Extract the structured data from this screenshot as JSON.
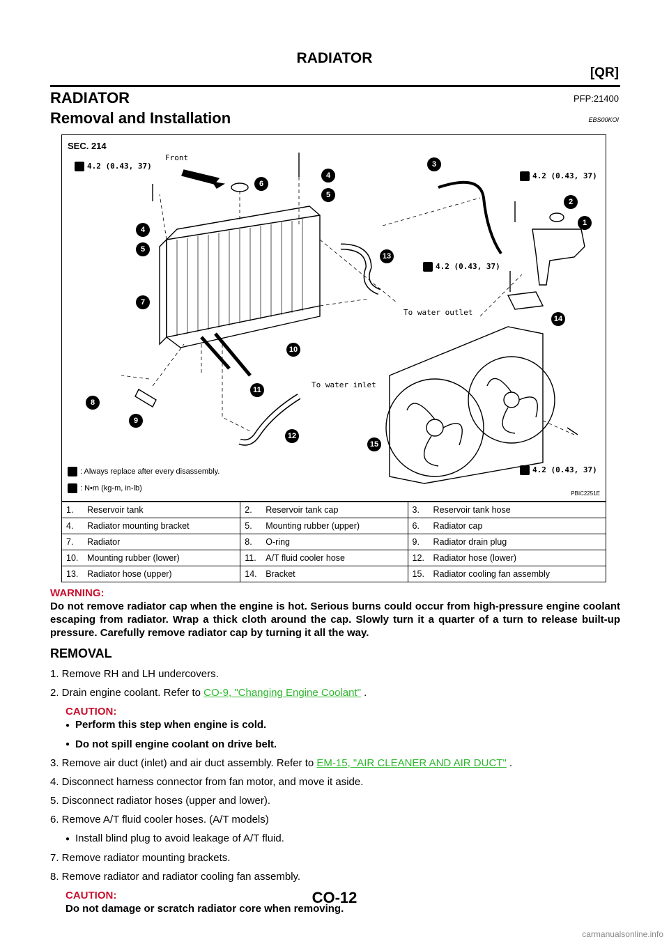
{
  "header": {
    "title": "RADIATOR",
    "section": "[QR]"
  },
  "section": {
    "title": "RADIATOR",
    "pfp": "PFP:21400"
  },
  "subsection": {
    "title": "Removal and Installation",
    "code": "EBS00KOI"
  },
  "figure": {
    "sec": "SEC. 214",
    "torque": "4.2 (0.43, 37)",
    "front_label": "Front",
    "to_water_outlet": "To water outlet",
    "to_water_inlet": "To water inlet",
    "legend_replace": ": Always replace after every disassembly.",
    "legend_units": ": N•m (kg-m, in-lb)",
    "figure_id": "PBIC2251E",
    "callouts": [
      "1",
      "2",
      "3",
      "4",
      "5",
      "6",
      "7",
      "8",
      "9",
      "10",
      "11",
      "12",
      "13",
      "14",
      "15"
    ]
  },
  "parts": [
    [
      {
        "n": "1.",
        "t": "Reservoir tank"
      },
      {
        "n": "2.",
        "t": "Reservoir tank cap"
      },
      {
        "n": "3.",
        "t": "Reservoir tank hose"
      }
    ],
    [
      {
        "n": "4.",
        "t": "Radiator mounting bracket"
      },
      {
        "n": "5.",
        "t": "Mounting rubber (upper)"
      },
      {
        "n": "6.",
        "t": "Radiator cap"
      }
    ],
    [
      {
        "n": "7.",
        "t": "Radiator"
      },
      {
        "n": "8.",
        "t": "O-ring"
      },
      {
        "n": "9.",
        "t": "Radiator drain plug"
      }
    ],
    [
      {
        "n": "10.",
        "t": "Mounting rubber (lower)"
      },
      {
        "n": "11.",
        "t": "A/T fluid cooler hose"
      },
      {
        "n": "12.",
        "t": "Radiator hose (lower)"
      }
    ],
    [
      {
        "n": "13.",
        "t": "Radiator hose (upper)"
      },
      {
        "n": "14.",
        "t": "Bracket"
      },
      {
        "n": "15.",
        "t": "Radiator cooling fan assembly"
      }
    ]
  ],
  "warning": {
    "label": "WARNING:",
    "text": "Do not remove radiator cap when the engine is hot. Serious burns could occur from high-pressure engine coolant escaping from radiator. Wrap a thick cloth around the cap. Slowly turn it a quarter of a turn to release built-up pressure. Carefully remove radiator cap by turning it all the way."
  },
  "removal": {
    "title": "REMOVAL",
    "step1": "1. Remove RH and LH undercovers.",
    "step2_pre": "2. Drain engine coolant. Refer to ",
    "step2_link": "CO-9, \"Changing Engine Coolant\"",
    "step2_post": " .",
    "caution1_label": "CAUTION:",
    "caution1_b1": "Perform this step when engine is cold.",
    "caution1_b2": "Do not spill engine coolant on drive belt.",
    "step3_pre": "3. Remove air duct (inlet) and air duct assembly. Refer to ",
    "step3_link": "EM-15, \"AIR CLEANER AND AIR DUCT\"",
    "step3_post": " .",
    "step4": "4. Disconnect harness connector from fan motor, and move it aside.",
    "step5": "5. Disconnect radiator hoses (upper and lower).",
    "step6": "6. Remove A/T fluid cooler hoses. (A/T models)",
    "step6_b1": "Install blind plug to avoid leakage of A/T fluid.",
    "step7": "7. Remove radiator mounting brackets.",
    "step8": "8. Remove radiator and radiator cooling fan assembly.",
    "caution2_label": "CAUTION:",
    "caution2_text": "Do not damage or scratch radiator core when removing."
  },
  "footer": {
    "page": "CO-12",
    "watermark": "carmanualsonline.info"
  }
}
